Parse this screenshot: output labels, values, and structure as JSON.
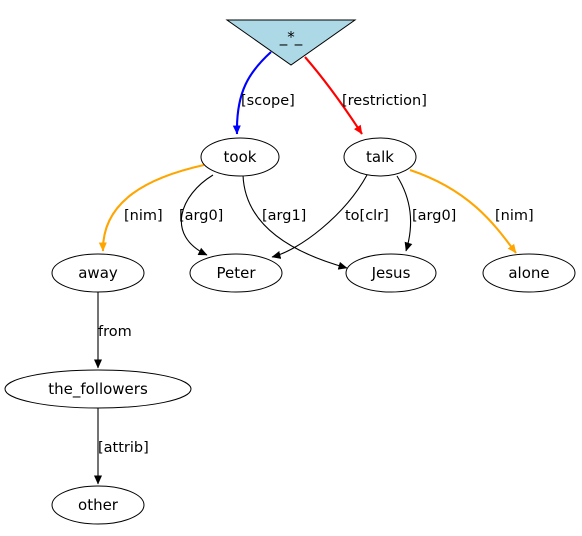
{
  "colors": {
    "default": "#000000",
    "blue": "#0000ff",
    "red": "#ff0000",
    "orange": "#ffa500",
    "root_fill": "#add8e6"
  },
  "nodes": {
    "root": {
      "label": "_*_",
      "shape": "inverted-triangle"
    },
    "took": {
      "label": "took"
    },
    "talk": {
      "label": "talk"
    },
    "away": {
      "label": "away"
    },
    "peter": {
      "label": "Peter"
    },
    "jesus": {
      "label": "Jesus"
    },
    "alone": {
      "label": "alone"
    },
    "followers": {
      "label": "the_followers"
    },
    "other": {
      "label": "other"
    }
  },
  "edges": [
    {
      "id": "root-took",
      "from": "root",
      "to": "took",
      "label": "[scope]",
      "color": "blue"
    },
    {
      "id": "root-talk",
      "from": "root",
      "to": "talk",
      "label": "[restriction]",
      "color": "red"
    },
    {
      "id": "took-away",
      "from": "took",
      "to": "away",
      "label": "[nim]",
      "color": "orange"
    },
    {
      "id": "took-peter",
      "from": "took",
      "to": "peter",
      "label": "[arg0]",
      "color": "default"
    },
    {
      "id": "took-jesus",
      "from": "took",
      "to": "jesus",
      "label": "[arg1]",
      "color": "default"
    },
    {
      "id": "talk-peter",
      "from": "talk",
      "to": "peter",
      "label": "to[clr]",
      "color": "default"
    },
    {
      "id": "talk-jesus",
      "from": "talk",
      "to": "jesus",
      "label": "[arg0]",
      "color": "default"
    },
    {
      "id": "talk-alone",
      "from": "talk",
      "to": "alone",
      "label": "[nim]",
      "color": "orange"
    },
    {
      "id": "away-followers",
      "from": "away",
      "to": "followers",
      "label": "from",
      "color": "default"
    },
    {
      "id": "followers-other",
      "from": "followers",
      "to": "other",
      "label": "[attrib]",
      "color": "default"
    }
  ]
}
